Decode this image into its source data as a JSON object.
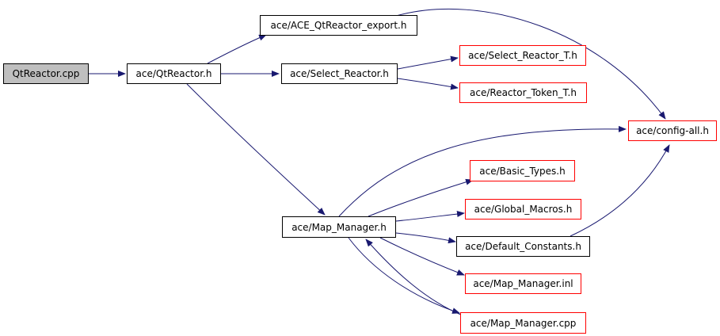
{
  "colors": {
    "edge": "#191970",
    "root_fill": "#bfbfbf",
    "red_border": "#ff0000",
    "black_border": "#000000"
  },
  "nodes": {
    "qtreactor_cpp": "QtReactor.cpp",
    "ace_qtreactor_h": "ace/QtReactor.h",
    "ace_qtreactor_export_h": "ace/ACE_QtReactor_export.h",
    "ace_select_reactor_h": "ace/Select_Reactor.h",
    "ace_select_reactor_t_h": "ace/Select_Reactor_T.h",
    "ace_reactor_token_t_h": "ace/Reactor_Token_T.h",
    "ace_config_all_h": "ace/config-all.h",
    "ace_map_manager_h": "ace/Map_Manager.h",
    "ace_basic_types_h": "ace/Basic_Types.h",
    "ace_global_macros_h": "ace/Global_Macros.h",
    "ace_default_constants_h": "ace/Default_Constants.h",
    "ace_map_manager_inl": "ace/Map_Manager.inl",
    "ace_map_manager_cpp": "ace/Map_Manager.cpp"
  },
  "edges": [
    [
      "qtreactor_cpp",
      "ace_qtreactor_h"
    ],
    [
      "ace_qtreactor_h",
      "ace_qtreactor_export_h"
    ],
    [
      "ace_qtreactor_h",
      "ace_select_reactor_h"
    ],
    [
      "ace_qtreactor_h",
      "ace_map_manager_h"
    ],
    [
      "ace_qtreactor_export_h",
      "ace_config_all_h"
    ],
    [
      "ace_select_reactor_h",
      "ace_select_reactor_t_h"
    ],
    [
      "ace_select_reactor_h",
      "ace_reactor_token_t_h"
    ],
    [
      "ace_map_manager_h",
      "ace_config_all_h"
    ],
    [
      "ace_map_manager_h",
      "ace_basic_types_h"
    ],
    [
      "ace_map_manager_h",
      "ace_global_macros_h"
    ],
    [
      "ace_map_manager_h",
      "ace_default_constants_h"
    ],
    [
      "ace_map_manager_h",
      "ace_map_manager_inl"
    ],
    [
      "ace_map_manager_h",
      "ace_map_manager_cpp"
    ],
    [
      "ace_default_constants_h",
      "ace_config_all_h"
    ],
    [
      "ace_map_manager_cpp",
      "ace_map_manager_h"
    ]
  ]
}
